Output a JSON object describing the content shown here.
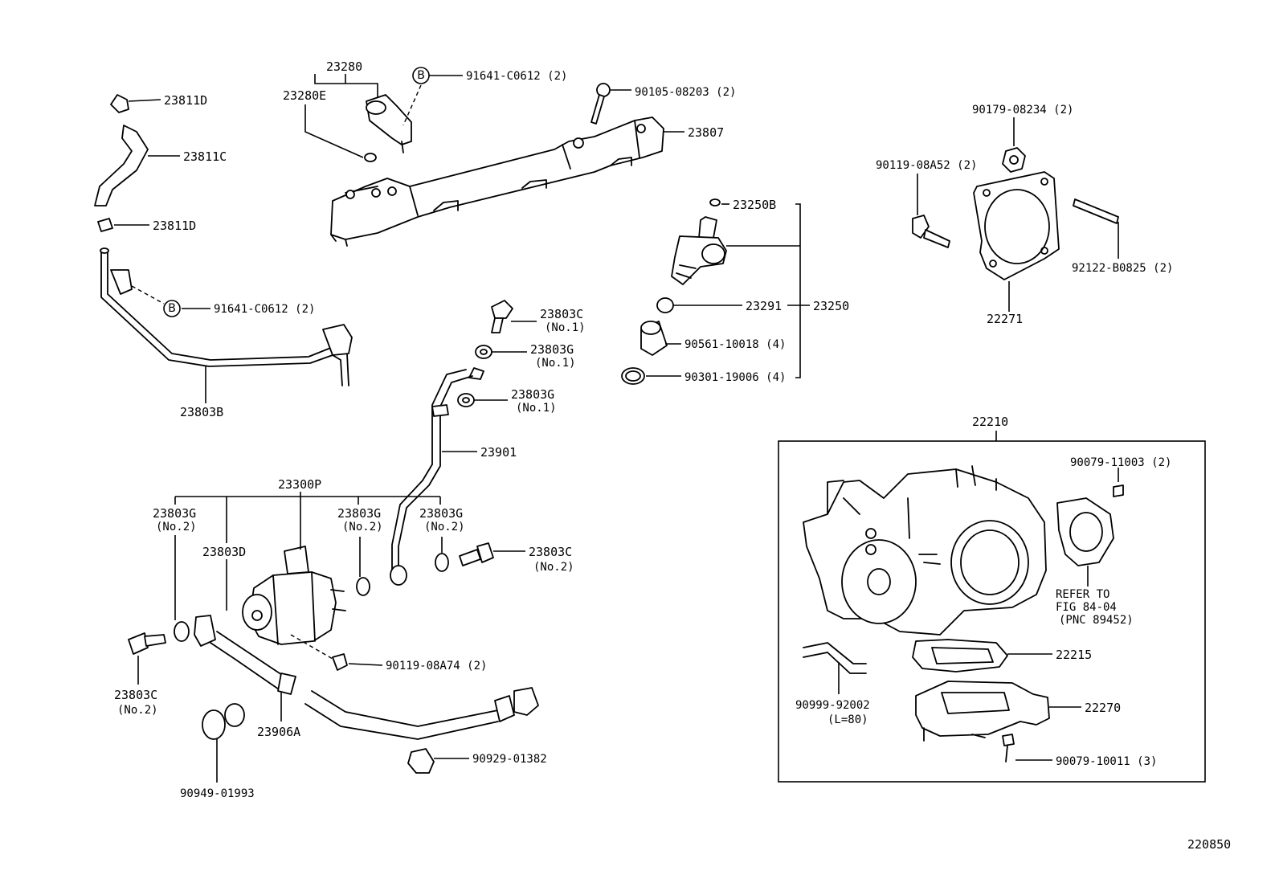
{
  "figure_number": "220850",
  "callout_marker": "B",
  "fuel_rail_group": {
    "pressure_regulator": "23280",
    "pressure_regulator_oring": "23280E",
    "bolt_top": "91641-C0612 (2)",
    "rail_bolt": "90105-08203 (2)",
    "delivery_pipe": "23807"
  },
  "hose_group": {
    "clip_top": "23811D",
    "hose": "23811C",
    "clip_bottom": "23811D",
    "bolt_mid": "91641-C0612 (2)",
    "fuel_pipe": "23803B"
  },
  "injector_group": {
    "insulator": "23250B",
    "injector_assy": "23250",
    "grommet": "23291",
    "collar": "90561-10018 (4)",
    "oring": "90301-19006 (4)"
  },
  "gasket_group": {
    "nut": "90179-08234 (2)",
    "bolt": "90119-08A52 (2)",
    "stud": "92122-B0825 (2)",
    "gasket": "22271"
  },
  "union_group": {
    "union_bolt_no1": "23803C",
    "union_bolt_no1_sub": "(No.1)",
    "gasket_a": "23803G",
    "gasket_a_sub": "(No.1)",
    "gasket_b": "23803G",
    "gasket_b_sub": "(No.1)",
    "fuel_hose": "23901"
  },
  "damper_group": {
    "damper_assy": "23300P",
    "gasket_left": "23803G",
    "gasket_left_sub": "(No.2)",
    "damper": "23803D",
    "gasket_mid": "23803G",
    "gasket_mid_sub": "(No.2)",
    "gasket_right": "23803G",
    "gasket_right_sub": "(No.2)",
    "union_bolt_right": "23803C",
    "union_bolt_right_sub": "(No.2)",
    "damper_bolt": "90119-08A74 (2)",
    "union_bolt_left": "23803C",
    "union_bolt_left_sub": "(No.2)",
    "return_hose": "23906A",
    "clamp_left": "90949-01993",
    "clamp_right": "90929-01382"
  },
  "throttle_group": {
    "throttle_body_assy": "22210",
    "sensor_screw": "90079-11003 (2)",
    "refer_line1": "REFER TO",
    "refer_line2": "FIG 84-04",
    "refer_line3": "(PNC 89452)",
    "gasket": "22215",
    "hose": "90999-92002",
    "hose_sub": "(L=80)",
    "iac_valve": "22270",
    "iac_screw": "90079-10011 (3)"
  }
}
